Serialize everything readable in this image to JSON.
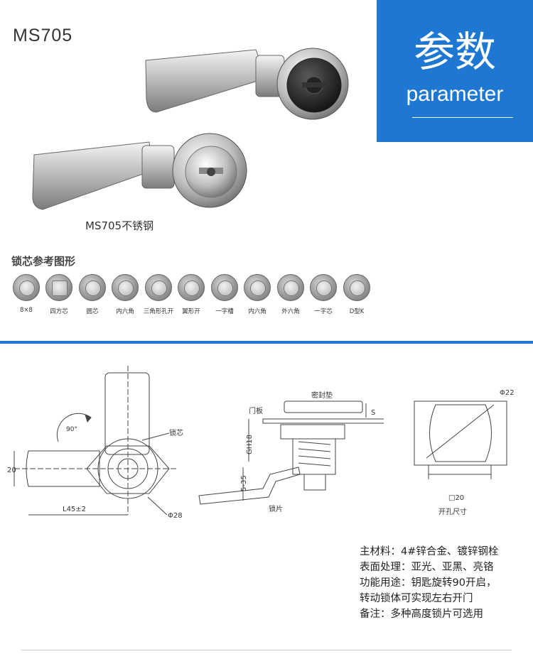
{
  "model": "MS705",
  "badge": {
    "title_cn": "参数",
    "title_en": "parameter"
  },
  "product_caption": "MS705不锈钢",
  "core_section": {
    "title": "锁芯参考图形",
    "items": [
      {
        "label": "8×8",
        "icon": "triangle-core-icon"
      },
      {
        "label": "四方芯",
        "icon": "square-core-icon"
      },
      {
        "label": "圆芯",
        "icon": "round-core-icon"
      },
      {
        "label": "内六角",
        "icon": "inner-hex-icon"
      },
      {
        "label": "三角形孔开",
        "icon": "triangle-hole-icon"
      },
      {
        "label": "翼形开",
        "icon": "wing-core-icon"
      },
      {
        "label": "一字槽",
        "icon": "slot-core-icon"
      },
      {
        "label": "内六角",
        "icon": "inner-hex-icon"
      },
      {
        "label": "外六角",
        "icon": "outer-hex-icon"
      },
      {
        "label": "一字芯",
        "icon": "line-core-icon"
      },
      {
        "label": "D型K",
        "icon": "d-core-icon"
      }
    ]
  },
  "drawing": {
    "front": {
      "rotation": "90°",
      "dim_20": "20",
      "dim_length": "L45±2",
      "dim_diameter": "Φ28",
      "label_core": "锁芯"
    },
    "side": {
      "label_gasket": "密封垫",
      "label_door": "门板",
      "dim_s": "S",
      "dim_gh": "GH18",
      "dim_range": "5-35",
      "label_blade": "锁片"
    },
    "cutout": {
      "dim_diameter": "Φ22",
      "dim_square": "□20",
      "label": "开孔尺寸"
    }
  },
  "specs": [
    "主材料：4#锌合金、镀锌钢栓",
    "表面处理：亚光、亚黑、亮铬",
    "功能用途：钥匙旋转90开启，",
    "转动锁体可实现左右开门",
    "备注：多种高度锁片可选用"
  ],
  "colors": {
    "accent": "#1e78d2",
    "text": "#333333"
  }
}
